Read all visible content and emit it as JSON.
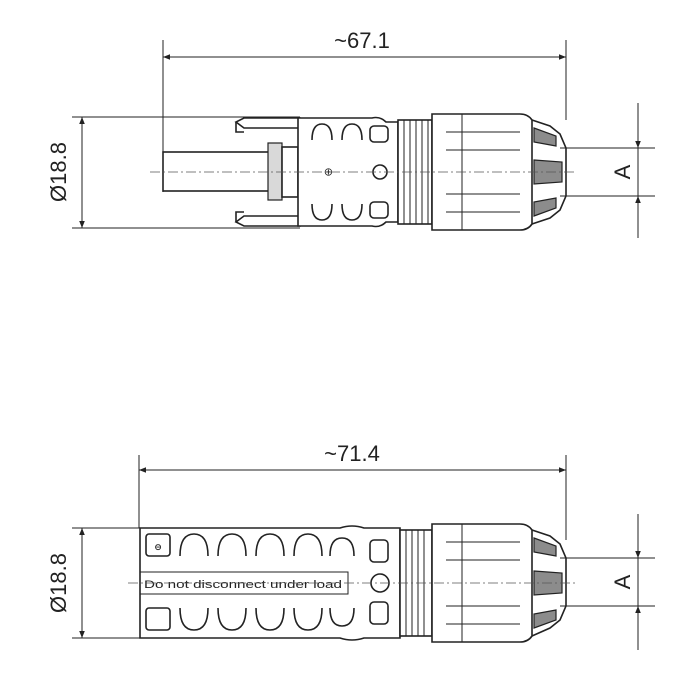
{
  "male_connector": {
    "length_label": "~67.1",
    "diameter_label": "Ø18.8",
    "cable_label": "A",
    "body_marks": [
      "⊕"
    ]
  },
  "female_connector": {
    "length_label": "~71.4",
    "diameter_label": "Ø18.8",
    "cable_label": "A",
    "body_text": "Do not disconnect under load",
    "body_marks": [
      "⊖"
    ]
  }
}
